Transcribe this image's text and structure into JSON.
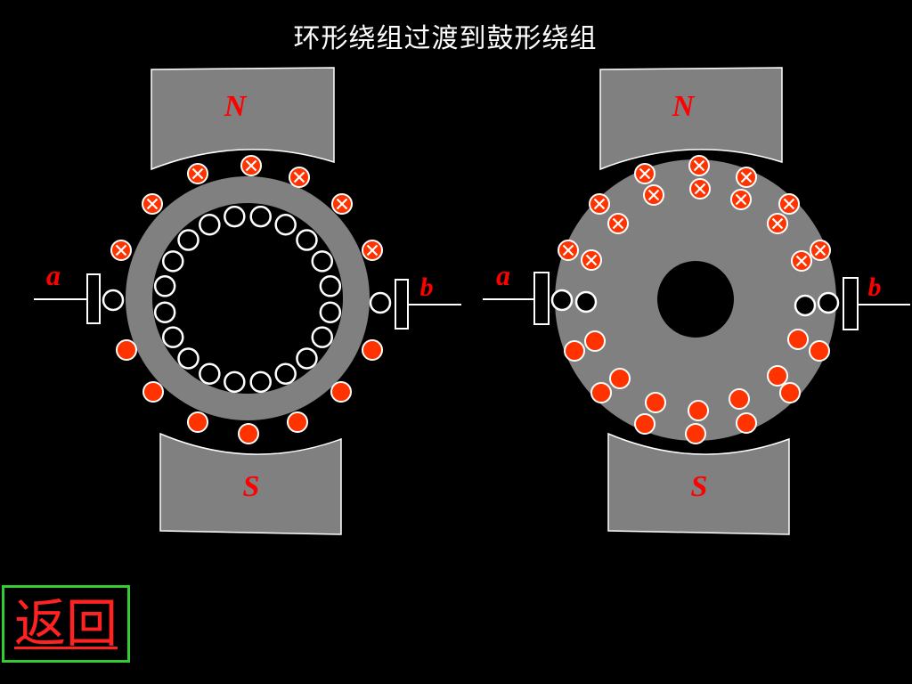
{
  "title": "环形绕组过渡到鼓形绕组",
  "back_label": "返回",
  "labels": {
    "north": "N",
    "south": "S",
    "brush_a": "a",
    "brush_b": "b"
  },
  "colors": {
    "background": "#000000",
    "pole": "#808080",
    "rotor": "#808080",
    "conductor": "#ff3300",
    "label": "#ff0000",
    "outline": "#ffffff",
    "button_border": "#33cc33"
  },
  "diagrams": [
    {
      "name": "ring-winding",
      "labels": [
        "N",
        "S",
        "a",
        "b"
      ]
    },
    {
      "name": "drum-winding",
      "labels": [
        "N",
        "S",
        "a",
        "b"
      ]
    }
  ]
}
